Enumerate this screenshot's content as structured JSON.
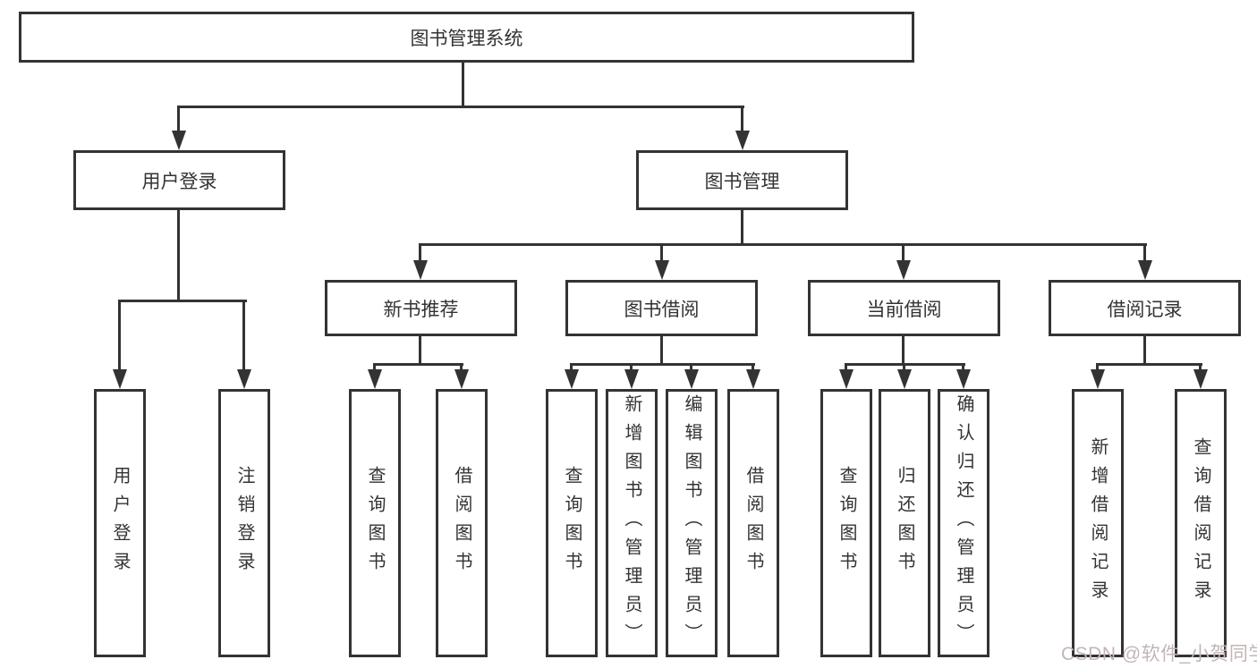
{
  "diagram": {
    "title": "图书管理系统",
    "root": {
      "label": "图书管理系统"
    },
    "level2": [
      {
        "label": "用户登录"
      },
      {
        "label": "图书管理"
      }
    ],
    "level3": [
      {
        "label": "新书推荐"
      },
      {
        "label": "图书借阅"
      },
      {
        "label": "当前借阅"
      },
      {
        "label": "借阅记录"
      }
    ],
    "leaves": [
      {
        "label": "用户登录",
        "parent": "用户登录"
      },
      {
        "label": "注销登录",
        "parent": "用户登录"
      },
      {
        "label": "查询图书",
        "parent": "新书推荐"
      },
      {
        "label": "借阅图书",
        "parent": "新书推荐"
      },
      {
        "label": "查询图书",
        "parent": "图书借阅"
      },
      {
        "label": "新增图书（管理员）",
        "parent": "图书借阅"
      },
      {
        "label": "编辑图书（管理员）",
        "parent": "图书借阅"
      },
      {
        "label": "借阅图书",
        "parent": "图书借阅"
      },
      {
        "label": "查询图书",
        "parent": "当前借阅"
      },
      {
        "label": "归还图书",
        "parent": "当前借阅"
      },
      {
        "label": "确认归还（管理员）",
        "parent": "当前借阅"
      },
      {
        "label": "新增借阅记录",
        "parent": "借阅记录"
      },
      {
        "label": "查询借阅记录",
        "parent": "借阅记录"
      }
    ]
  },
  "watermark": {
    "text": "CSDN @软件_小贺同学",
    "color": "#c3b5b5"
  },
  "colors": {
    "line": "#333333",
    "box_border": "#333333",
    "text": "#333333",
    "background": "#ffffff"
  }
}
